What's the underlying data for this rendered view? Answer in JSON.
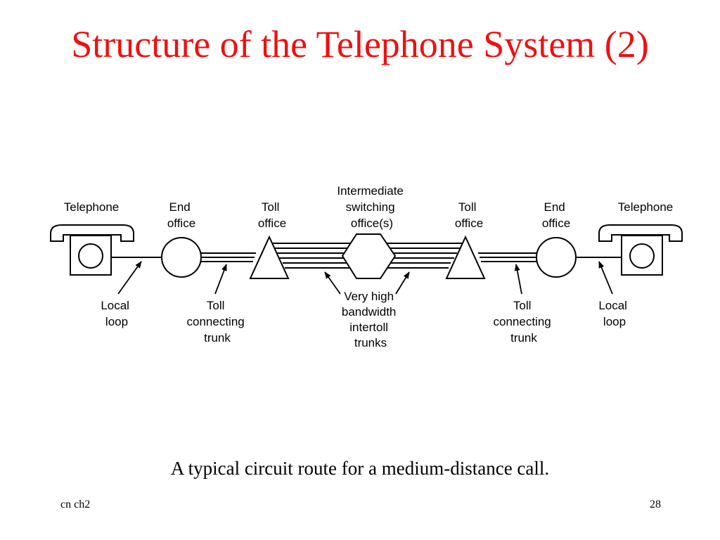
{
  "title": "Structure of the Telephone System (2)",
  "colors": {
    "title": "#ee1111",
    "line": "#000000",
    "background": "#ffffff"
  },
  "labels": {
    "telephone_left": "Telephone",
    "end_office_left": [
      "End",
      "office"
    ],
    "toll_office_left": [
      "Toll",
      "office"
    ],
    "intermediate": [
      "Intermediate",
      "switching",
      "office(s)"
    ],
    "toll_office_right": [
      "Toll",
      "office"
    ],
    "end_office_right": [
      "End",
      "office"
    ],
    "telephone_right": "Telephone",
    "local_loop_left": [
      "Local",
      "loop"
    ],
    "toll_trunk_left": [
      "Toll",
      "connecting",
      "trunk"
    ],
    "intertoll": [
      "Very high",
      "bandwidth",
      "intertoll",
      "trunks"
    ],
    "toll_trunk_right": [
      "Toll",
      "connecting",
      "trunk"
    ],
    "local_loop_right": [
      "Local",
      "loop"
    ]
  },
  "caption": "A typical circuit route for a medium-distance call.",
  "footer": {
    "left": "cn ch2",
    "right": "28"
  }
}
